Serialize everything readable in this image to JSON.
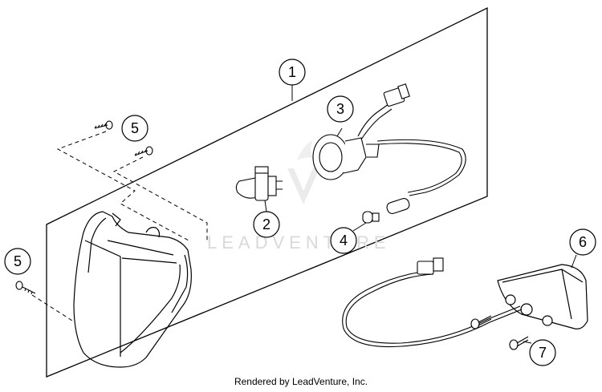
{
  "callouts": {
    "c1": "1",
    "c2": "2",
    "c3": "3",
    "c4": "4",
    "c5a": "5",
    "c5b": "5",
    "c6": "6",
    "c7": "7"
  },
  "watermark_text": "LEADVENTURE",
  "footer": "Rendered by LeadVenture, Inc."
}
